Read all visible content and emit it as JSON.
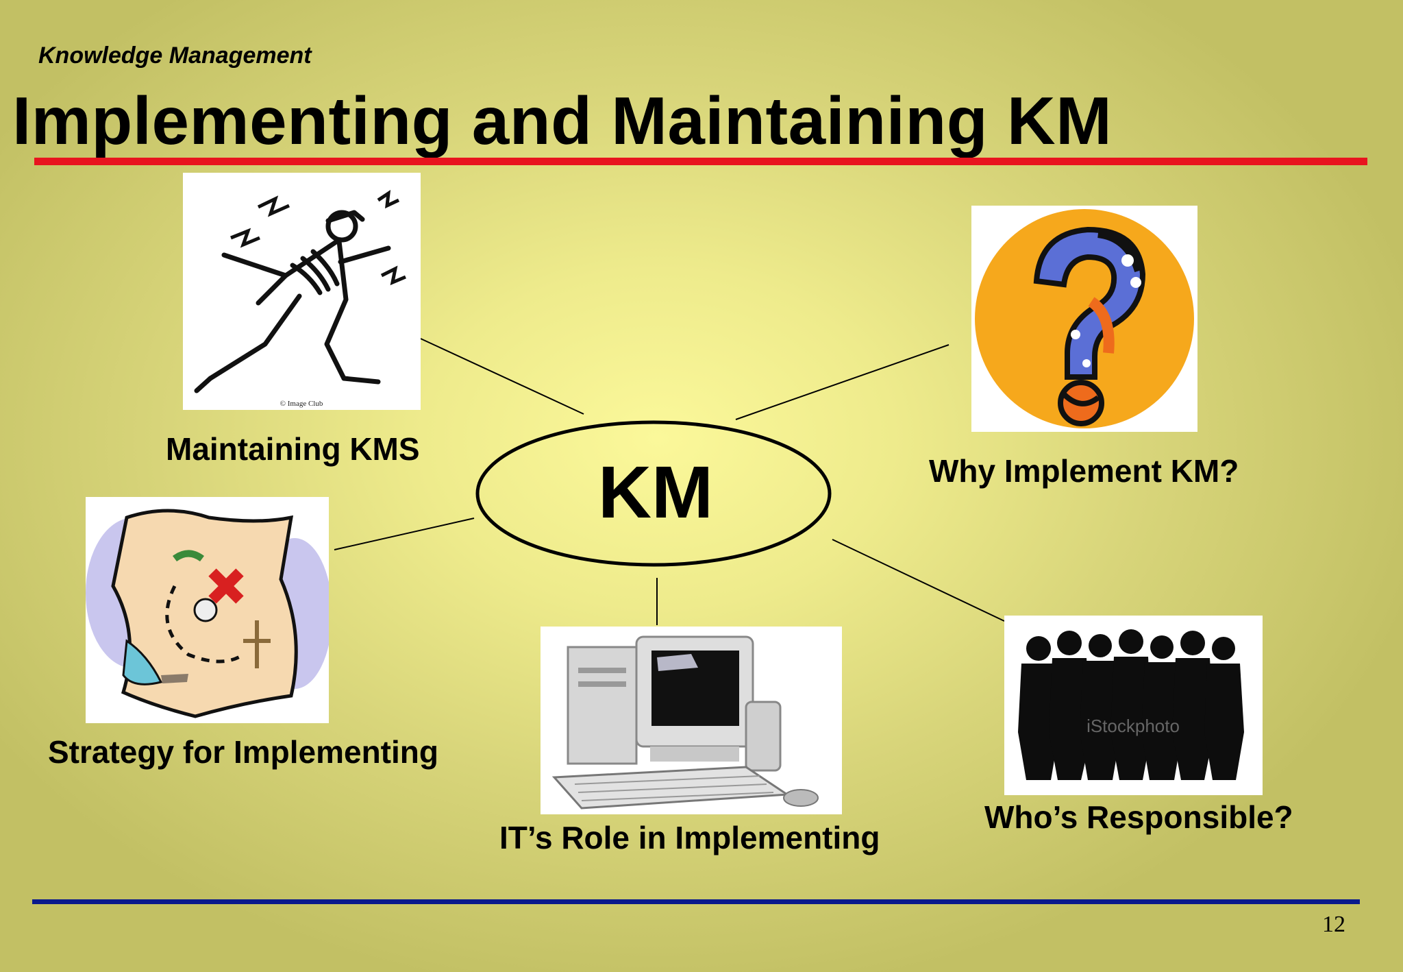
{
  "header_label": "Knowledge Management",
  "title": "Implementing and Maintaining KM",
  "center_label": "KM",
  "topics": {
    "maintaining": {
      "label": "Maintaining KMS",
      "icon": "running-man-clipart-icon"
    },
    "why": {
      "label": "Why Implement KM?",
      "icon": "question-mark-icon"
    },
    "strategy": {
      "label": "Strategy for Implementing",
      "icon": "treasure-map-icon"
    },
    "it_role": {
      "label": "IT’s Role in Implementing",
      "icon": "desktop-computer-icon"
    },
    "responsible": {
      "label": "Who’s Responsible?",
      "icon": "people-silhouettes-icon"
    }
  },
  "image_credits": {
    "maintaining": "© Image Club",
    "responsible": "iStockphoto"
  },
  "page_number": "12",
  "colors": {
    "background_center": "#fbf89a",
    "background_edge": "#c2c064",
    "title_rule": "#e8141e",
    "footer_rule": "#0a1a8c",
    "question_circle": "#f6a81c",
    "question_mark": "#5b6fd6"
  }
}
